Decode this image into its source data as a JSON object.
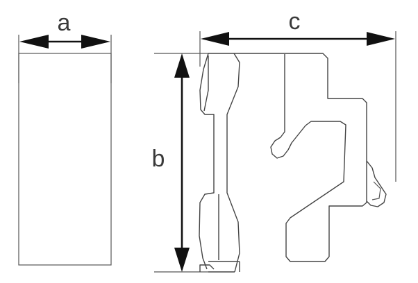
{
  "dimensions": {
    "width_label": "a",
    "height_label": "b",
    "depth_label": "c"
  }
}
